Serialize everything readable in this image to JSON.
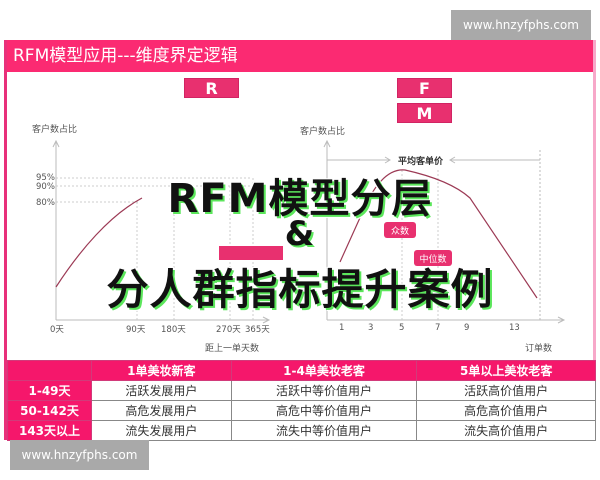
{
  "watermarks": {
    "top": "www.hnzyfphs.com",
    "bottom": "www.hnzyfphs.com"
  },
  "slide": {
    "title": "RFM模型应用---维度界定逻辑",
    "tags": {
      "r": "R",
      "f": "F",
      "m": "M"
    }
  },
  "left_chart": {
    "ylabel": "客户数占比",
    "xlabel": "距上一单天数",
    "yticks": [
      "95%",
      "90%",
      "80%"
    ],
    "xticks": [
      "0天",
      "90天",
      "180天",
      "270天",
      "365天"
    ]
  },
  "right_chart": {
    "ylabel": "客户数占比",
    "xlabel": "订单数",
    "annotation": "平均客单价",
    "mode_label": "众数",
    "median_label": "中位数",
    "xticks": [
      "1",
      "3",
      "5",
      "7",
      "9",
      "13"
    ]
  },
  "overlay": {
    "line1": "RFM模型分层",
    "line2": "&",
    "line3": "分人群指标提升案例"
  },
  "matrix": {
    "columns": [
      "",
      "1单美妆新客",
      "1-4单美妆老客",
      "5单以上美妆老客"
    ],
    "rows": [
      {
        "label": "1-49天",
        "cells": [
          "活跃发展用户",
          "活跃中等价值用户",
          "活跃高价值用户"
        ]
      },
      {
        "label": "50-142天",
        "cells": [
          "高危发展用户",
          "高危中等价值用户",
          "高危高价值用户"
        ]
      },
      {
        "label": "143天以上",
        "cells": [
          "流失发展用户",
          "流失中等价值用户",
          "流失高价值用户"
        ]
      }
    ]
  },
  "colors": {
    "brand_pink": "#fb2a72",
    "tag_pink": "#e8306f",
    "overlay_shadow": "#5be65b",
    "watermark_gray": "#a9a9a9"
  }
}
